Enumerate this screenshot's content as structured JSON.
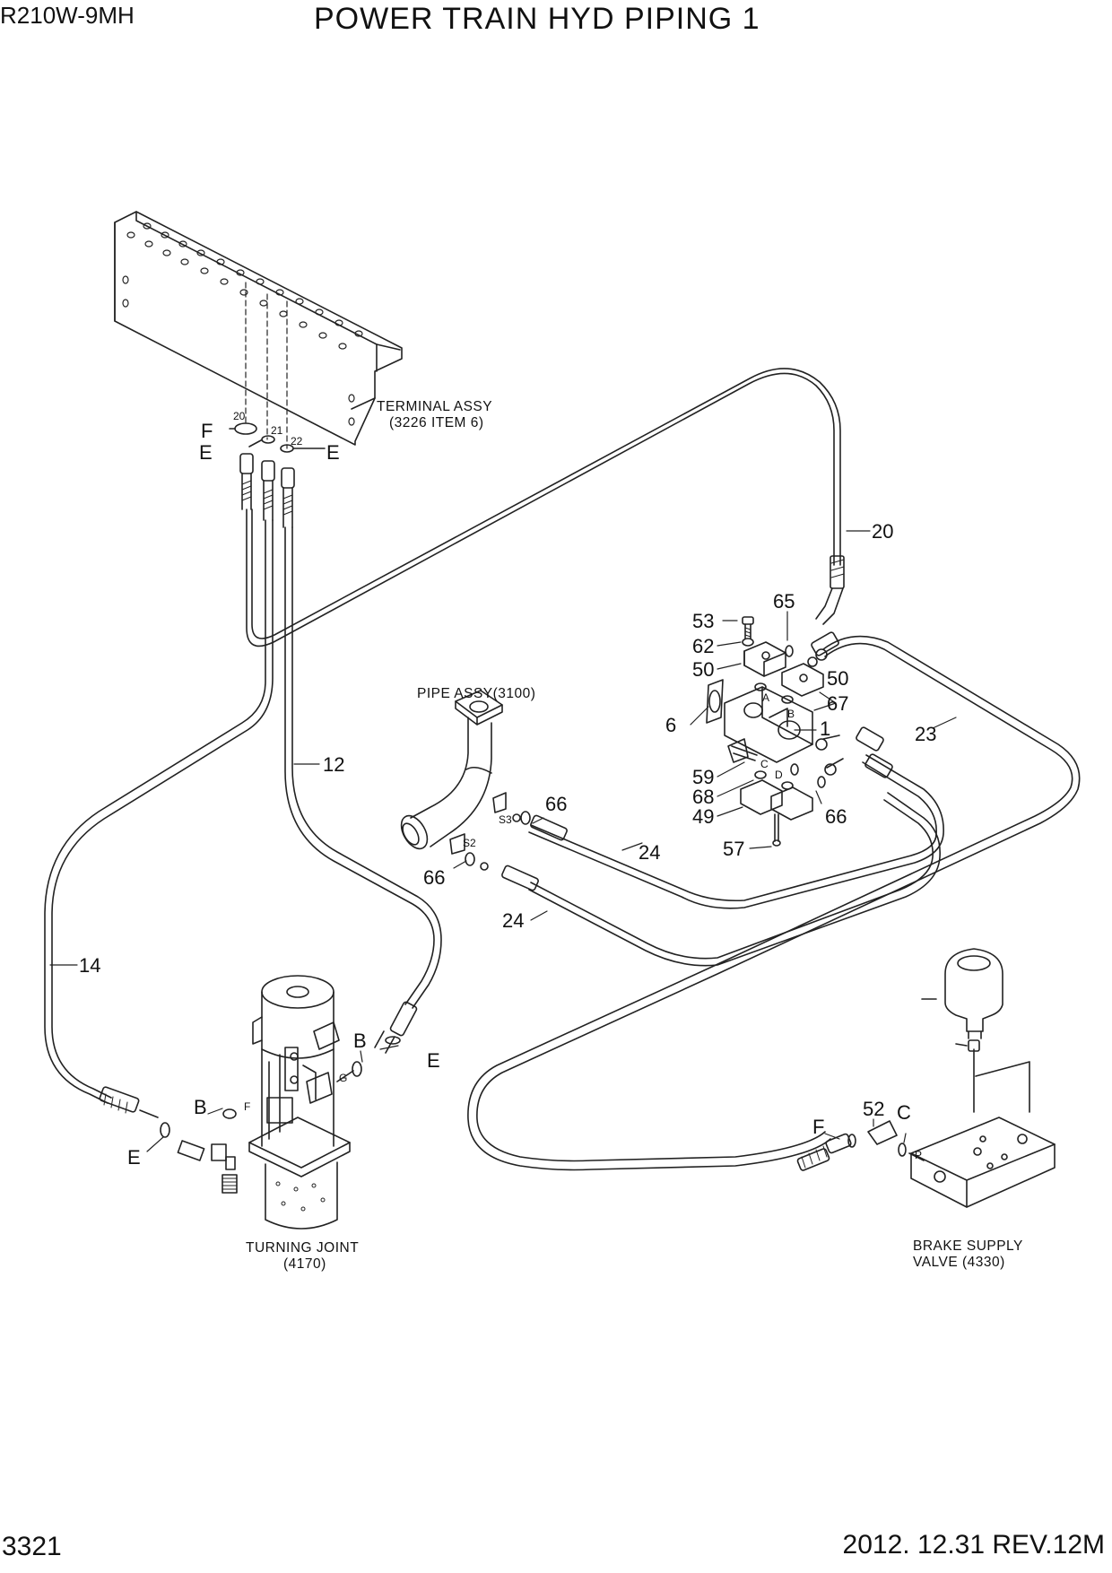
{
  "header": {
    "model": "R210W-9MH",
    "title": "POWER TRAIN HYD PIPING 1"
  },
  "footer": {
    "page_number": "3321",
    "revision": "2012. 12.31  REV.12M"
  },
  "components": {
    "terminal_assy": [
      "TERMINAL ASSY",
      "(3226 ITEM 6)"
    ],
    "pipe_assy": "PIPE ASSY(3100)",
    "turning_joint": [
      "TURNING JOINT",
      "(4170)"
    ],
    "brake_supply_valve": [
      "BRAKE SUPPLY",
      "VALVE (4330)"
    ]
  },
  "callouts": {
    "c20": "20",
    "c12": "12",
    "c14": "14",
    "c23": "23",
    "c24a": "24",
    "c24b": "24",
    "c53": "53",
    "c62": "62",
    "c50a": "50",
    "c50b": "50",
    "c65": "65",
    "c67": "67",
    "c6": "6",
    "c1": "1",
    "c59": "59",
    "c68": "68",
    "c49": "49",
    "c57": "57",
    "c66a": "66",
    "c66b": "66",
    "c66c": "66",
    "c52": "52"
  },
  "letters": {
    "f_top": "F",
    "e_top_left": "E",
    "e_top_right": "E",
    "b_tj_right": "B",
    "e_tj_right": "E",
    "b_tj_left": "B",
    "e_tj_left": "E",
    "f_brake": "F",
    "c_brake": "C"
  },
  "small_labels": {
    "port20": "20",
    "port21": "21",
    "port22": "22",
    "port_a": "A",
    "port_b": "B",
    "port_c": "C",
    "port_d": "D",
    "port_s3": "S3",
    "port_s2": "S2",
    "port_g": "G",
    "port_f": "F",
    "port_p": "P"
  }
}
